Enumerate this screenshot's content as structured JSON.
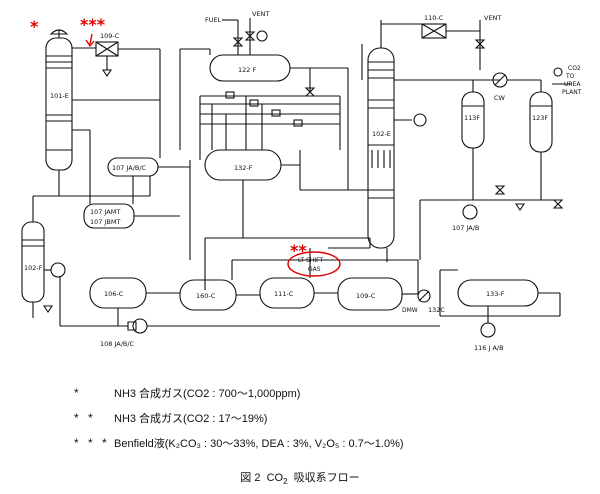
{
  "equipment": {
    "e101": "101-E",
    "e102f_left": "102-F",
    "e107ja": "107 JA/B/C",
    "e107jamt": "107 JAMT",
    "e107jbmt": "107 JBMT",
    "e109c_top": "109-C",
    "e110c": "110-C",
    "e122f": "122 F",
    "e132f": "132-F",
    "e102e": "102-E",
    "e113f": "113F",
    "e123f": "123F",
    "e106c": "106-C",
    "e160c": "160-C",
    "e111c": "111-C",
    "e109c": "109-C",
    "e133f": "133-F",
    "e108ja": "108 JA/B/C",
    "e107jab": "107 JA/B",
    "e116ja": "116 J A/B",
    "e132c": "132C",
    "cw": "CW"
  },
  "streams": {
    "fuel": "FUEL",
    "vent_top": "VENT",
    "vent_right": "VENT",
    "co2_line1": "CO2",
    "co2_line2": "TO",
    "co2_line3": "UREA",
    "co2_line4": "PLANT",
    "lt_shift_line1": "LT SHIFT",
    "lt_shift_line2": "GAS",
    "dmw": "DMW"
  },
  "markers": {
    "one": "*",
    "two": "**",
    "three": "***"
  },
  "legend": [
    {
      "mark": "*",
      "text": "NH3 合成ガス(CO2 : 700〜1,000ppm)"
    },
    {
      "mark": "* *",
      "text": "NH3 合成ガス(CO2 : 17〜19%)"
    },
    {
      "mark": "* * *",
      "text": "Benfield液(K₂CO₃ : 30〜33%, DEA : 3%, V₂O₅ : 0.7〜1.0%)"
    }
  ],
  "caption": {
    "prefix": "図 2",
    "co": "CO",
    "sub": "2",
    "rest": "吸収系フロー"
  },
  "colors": {
    "highlight": "#e00000",
    "line": "#111111"
  }
}
